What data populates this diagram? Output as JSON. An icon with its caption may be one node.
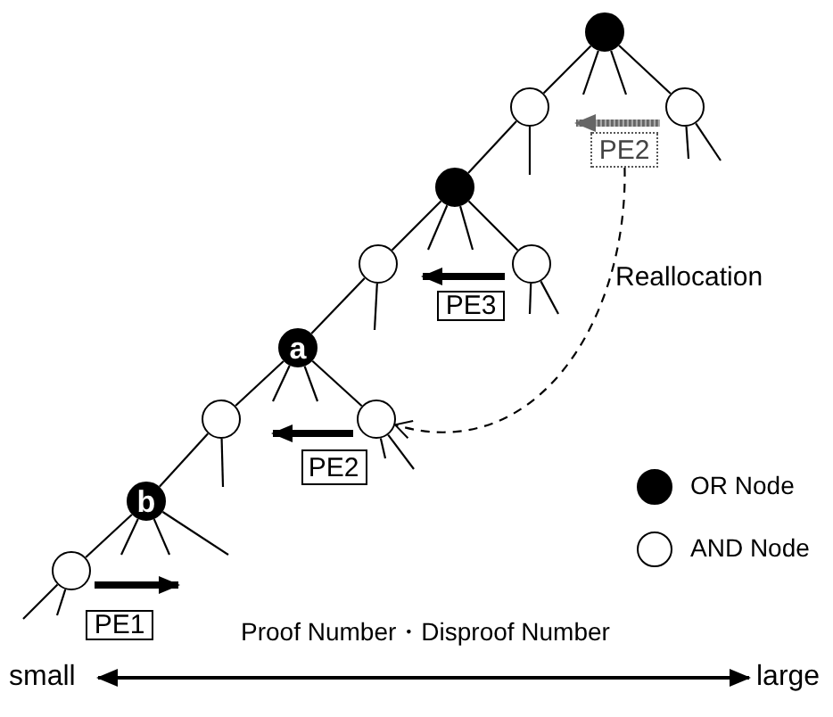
{
  "diagram": {
    "nodes": [
      {
        "text": [],
        "shape": "circle"
      },
      {
        "text": [],
        "shape": "circle"
      },
      {
        "text": [],
        "shape": "circle"
      },
      {
        "text": [
          "PE2"
        ]
      },
      {
        "text": [],
        "shape": "circle"
      },
      {
        "text": [],
        "shape": "circle"
      },
      {
        "text": [],
        "shape": "circle"
      },
      {
        "text": [
          "PE3"
        ]
      },
      {
        "text": [
          "a"
        ]
      },
      {
        "text": [],
        "shape": "circle"
      },
      {
        "text": [],
        "shape": "circle"
      },
      {
        "text": [
          "PE2"
        ]
      },
      {
        "text": [
          "b"
        ]
      },
      {
        "text": [],
        "shape": "circle"
      },
      {
        "text": [
          "PE1"
        ]
      }
    ],
    "edges": [
      {
        "from": 0,
        "to": 1,
        "arrow": "none"
      },
      {
        "from": 0,
        "to": null,
        "arrow": "none"
      },
      {
        "from": 0,
        "to": null,
        "arrow": "none"
      },
      {
        "from": 0,
        "to": 2,
        "arrow": "none"
      },
      {
        "from": 1,
        "to": null,
        "arrow": "none"
      },
      {
        "from": 1,
        "to": 4,
        "arrow": "none"
      },
      {
        "from": 2,
        "to": null,
        "arrow": "none"
      },
      {
        "from": 2,
        "to": null,
        "arrow": "none"
      },
      {
        "from": 4,
        "to": 5,
        "arrow": "none"
      },
      {
        "from": 4,
        "to": null,
        "arrow": "none"
      },
      {
        "from": 4,
        "to": null,
        "arrow": "none"
      },
      {
        "from": 4,
        "to": 6,
        "arrow": "none"
      },
      {
        "from": 5,
        "to": 8,
        "arrow": "none"
      },
      {
        "from": 5,
        "to": null,
        "arrow": "none"
      },
      {
        "from": 6,
        "to": null,
        "arrow": "none"
      },
      {
        "from": 6,
        "to": null,
        "arrow": "none"
      },
      {
        "from": 8,
        "to": 9,
        "arrow": "none"
      },
      {
        "from": 8,
        "to": null,
        "arrow": "none"
      },
      {
        "from": 8,
        "to": null,
        "arrow": "none"
      },
      {
        "from": 8,
        "to": 10,
        "arrow": "none"
      },
      {
        "from": 9,
        "to": 12,
        "arrow": "none"
      },
      {
        "from": 9,
        "to": null,
        "arrow": "none"
      },
      {
        "from": 10,
        "to": null,
        "arrow": "none"
      },
      {
        "from": 10,
        "to": null,
        "arrow": "none"
      },
      {
        "from": 12,
        "to": 13,
        "arrow": "none"
      },
      {
        "from": 12,
        "to": null,
        "arrow": "none"
      },
      {
        "from": 12,
        "to": null,
        "arrow": "none"
      },
      {
        "from": 12,
        "to": null,
        "arrow": "none"
      },
      {
        "from": 13,
        "to": null,
        "arrow": "none"
      },
      {
        "from": 13,
        "to": null,
        "arrow": "none"
      },
      {
        "from": 3,
        "to": 10,
        "arrow": "to",
        "style": "dashed"
      },
      {
        "from": 2,
        "to": 1,
        "arrow": "to",
        "style": "thick",
        "color": "#666666"
      },
      {
        "from": 6,
        "to": 5,
        "arrow": "to",
        "style": "thick"
      },
      {
        "from": 10,
        "to": 9,
        "arrow": "to",
        "style": "thick"
      },
      {
        "from": 13,
        "to": 14,
        "arrow": "to",
        "style": "thick"
      }
    ],
    "labels": [
      "Reallocation",
      "Proof Number・Disproof Number",
      "small",
      "large"
    ],
    "legend": [
      {
        "text": "OR Node",
        "color": "#000000"
      },
      {
        "text": "AND Node",
        "color": "#ffffff"
      }
    ]
  }
}
